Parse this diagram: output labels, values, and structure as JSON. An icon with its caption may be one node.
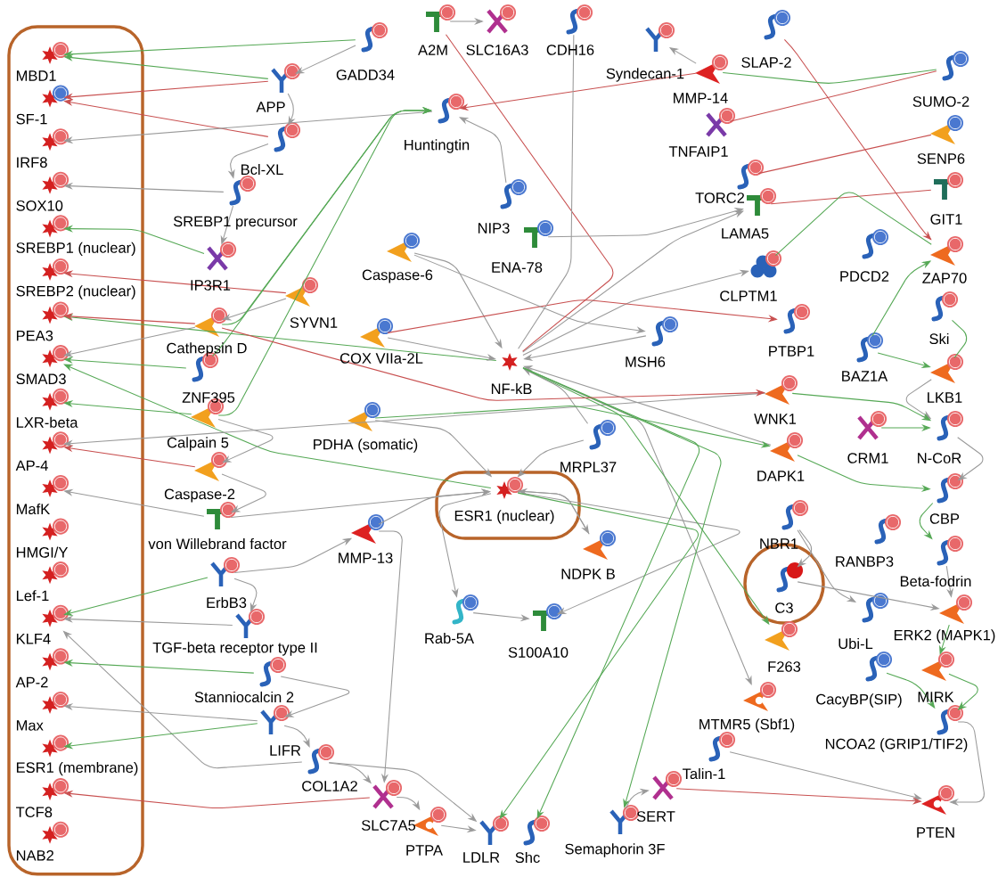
{
  "diagram": {
    "nodes": [
      {
        "text": [],
        "shape": "box"
      },
      {
        "text": [
          "MBD1"
        ],
        "in": 0
      },
      {
        "text": [
          "SF-1"
        ],
        "in": 0
      },
      {
        "text": [
          "IRF8"
        ],
        "in": 0
      },
      {
        "text": [
          "SOX10"
        ],
        "in": 0
      },
      {
        "text": [
          "SREBP1 (nuclear)"
        ],
        "in": 0
      },
      {
        "text": [
          "SREBP2 (nuclear)"
        ],
        "in": 0
      },
      {
        "text": [
          "PEA3"
        ],
        "in": 0
      },
      {
        "text": [
          "SMAD3"
        ],
        "in": 0
      },
      {
        "text": [
          "LXR-beta"
        ],
        "in": 0
      },
      {
        "text": [
          "AP-4"
        ],
        "in": 0
      },
      {
        "text": [
          "MafK"
        ],
        "in": 0
      },
      {
        "text": [
          "HMGI/Y"
        ],
        "in": 0
      },
      {
        "text": [
          "Lef-1"
        ],
        "in": 0
      },
      {
        "text": [
          "KLF4"
        ],
        "in": 0
      },
      {
        "text": [
          "AP-2"
        ],
        "in": 0
      },
      {
        "text": [
          "Max"
        ],
        "in": 0
      },
      {
        "text": [
          "ESR1 (membrane)"
        ],
        "in": 0
      },
      {
        "text": [
          "TCF8"
        ],
        "in": 0
      },
      {
        "text": [
          "NAB2"
        ],
        "in": 0
      },
      {
        "text": [
          "A2M"
        ]
      },
      {
        "text": [
          "SLC16A3"
        ]
      },
      {
        "text": [
          "CDH16"
        ]
      },
      {
        "text": [
          "SLAP-2"
        ]
      },
      {
        "text": [
          "GADD34"
        ]
      },
      {
        "text": [
          "Syndecan-1"
        ]
      },
      {
        "text": [
          "MMP-14"
        ]
      },
      {
        "text": [
          "SUMO-2"
        ]
      },
      {
        "text": [
          "APP"
        ]
      },
      {
        "text": [
          "Huntingtin"
        ]
      },
      {
        "text": [
          "TNFAIP1"
        ]
      },
      {
        "text": [
          "SENP6"
        ]
      },
      {
        "text": [
          "Bcl-XL"
        ]
      },
      {
        "text": [
          "TORC2"
        ]
      },
      {
        "text": [
          "GIT1"
        ]
      },
      {
        "text": [
          "SREBP1 precursor"
        ]
      },
      {
        "text": [
          "NIP3"
        ]
      },
      {
        "text": [
          "LAMA5"
        ]
      },
      {
        "text": [
          "ENA-78"
        ]
      },
      {
        "text": [
          "Caspase-6"
        ]
      },
      {
        "text": [
          "IP3R1"
        ]
      },
      {
        "text": [
          "ZAP70"
        ]
      },
      {
        "text": [
          "PDCD2"
        ]
      },
      {
        "text": [
          "CLPTM1"
        ]
      },
      {
        "text": [
          "SYVN1"
        ]
      },
      {
        "text": [
          "Ski"
        ]
      },
      {
        "text": [
          "Cathepsin D"
        ]
      },
      {
        "text": [
          "PTBP1"
        ]
      },
      {
        "text": [
          "COX VIIa-2L"
        ]
      },
      {
        "text": [
          "MSH6"
        ]
      },
      {
        "text": [
          "BAZ1A"
        ]
      },
      {
        "text": [
          "NF-kB"
        ]
      },
      {
        "text": [
          "ZNF395"
        ]
      },
      {
        "text": [
          "LKB1"
        ]
      },
      {
        "text": [
          "WNK1"
        ]
      },
      {
        "text": [
          "Calpain 5"
        ]
      },
      {
        "text": [
          "PDHA (somatic)"
        ]
      },
      {
        "text": [
          "CRM1"
        ]
      },
      {
        "text": [
          "N-CoR"
        ]
      },
      {
        "text": [
          "MRPL37"
        ]
      },
      {
        "text": [
          "DAPK1"
        ]
      },
      {
        "text": [
          "Caspase-2"
        ]
      },
      {
        "text": [],
        "shape": "box"
      },
      {
        "text": [
          "ESR1 (nuclear)"
        ],
        "in": 62
      },
      {
        "text": [
          "CBP"
        ]
      },
      {
        "text": [
          "von Willebrand factor"
        ]
      },
      {
        "text": [
          "NBR1"
        ]
      },
      {
        "text": [
          "MMP-13"
        ]
      },
      {
        "text": [
          "RANBP3"
        ]
      },
      {
        "text": [
          "NDPK B"
        ]
      },
      {
        "text": [
          "Beta-fodrin"
        ]
      },
      {
        "text": [
          "ErbB3"
        ]
      },
      {
        "text": [],
        "shape": "circle"
      },
      {
        "text": [
          "C3"
        ],
        "in": 72
      },
      {
        "text": [
          "Rab-5A"
        ]
      },
      {
        "text": [
          "Ubi-L"
        ]
      },
      {
        "text": [
          "ERK2 (MAPK1)"
        ]
      },
      {
        "text": [
          "TGF-beta receptor type II"
        ]
      },
      {
        "text": [
          "S100A10"
        ]
      },
      {
        "text": [
          "F263"
        ]
      },
      {
        "text": [
          "Stanniocalcin 2"
        ]
      },
      {
        "text": [
          "CacyBP(SIP)"
        ]
      },
      {
        "text": [
          "MIRK"
        ]
      },
      {
        "text": [
          "MTMR5 (Sbf1)"
        ]
      },
      {
        "text": [
          "NCOA2 (GRIP1/TIF2)"
        ]
      },
      {
        "text": [
          "LIFR"
        ]
      },
      {
        "text": [
          "Talin-1"
        ]
      },
      {
        "text": [
          "COL1A2"
        ]
      },
      {
        "text": [
          "SERT"
        ]
      },
      {
        "text": [
          "SLC7A5"
        ]
      },
      {
        "text": [
          "PTEN"
        ]
      },
      {
        "text": [
          "Semaphorin 3F"
        ]
      },
      {
        "text": [
          "PTPA"
        ]
      },
      {
        "text": [
          "LDLR"
        ]
      },
      {
        "text": [
          "Shc"
        ]
      }
    ],
    "edges": [
      {
        "from": 28,
        "to": 1,
        "arrow": "to",
        "color": "#55a855"
      },
      {
        "from": 24,
        "to": 1,
        "arrow": "to",
        "color": "#55a855"
      },
      {
        "from": 28,
        "to": 2,
        "arrow": "to",
        "color": "#c85050"
      },
      {
        "from": 32,
        "to": 2,
        "arrow": "to",
        "color": "#c85050"
      },
      {
        "from": 29,
        "to": 3,
        "arrow": "to"
      },
      {
        "from": 35,
        "to": 4,
        "arrow": "to"
      },
      {
        "from": 40,
        "to": 5,
        "arrow": "to",
        "color": "#55a855"
      },
      {
        "from": 51,
        "to": 7,
        "arrow": "to",
        "color": "#55a855"
      },
      {
        "from": 46,
        "to": 7,
        "arrow": "to",
        "color": "#c85050"
      },
      {
        "from": 63,
        "to": 8,
        "arrow": "to",
        "color": "#55a855"
      },
      {
        "from": 46,
        "to": 8,
        "arrow": "to"
      },
      {
        "from": 44,
        "to": 6,
        "arrow": "to",
        "color": "#c85050"
      },
      {
        "from": 55,
        "to": 9,
        "arrow": "to",
        "color": "#55a855"
      },
      {
        "from": 54,
        "to": 10,
        "arrow": "to"
      },
      {
        "from": 61,
        "to": 10,
        "arrow": "to",
        "color": "#c85050"
      },
      {
        "from": 65,
        "to": 11,
        "arrow": "to"
      },
      {
        "from": 71,
        "to": 14,
        "arrow": "to",
        "color": "#55a855"
      },
      {
        "from": 80,
        "to": 15,
        "arrow": "to",
        "color": "#55a855"
      },
      {
        "from": 87,
        "to": 14,
        "arrow": "to"
      },
      {
        "from": 77,
        "to": 14,
        "arrow": "to"
      },
      {
        "from": 85,
        "to": 16,
        "arrow": "to"
      },
      {
        "from": 52,
        "to": 8,
        "arrow": "to",
        "color": "#55a855"
      },
      {
        "from": 89,
        "to": 18,
        "arrow": "to",
        "color": "#c85050"
      },
      {
        "from": 85,
        "to": 17,
        "arrow": "to",
        "color": "#55a855"
      },
      {
        "from": 20,
        "to": 21,
        "arrow": "to"
      },
      {
        "from": 24,
        "to": 28,
        "arrow": "to"
      },
      {
        "from": 28,
        "to": 32,
        "arrow": "to"
      },
      {
        "from": 32,
        "to": 35,
        "arrow": "to"
      },
      {
        "from": 35,
        "to": 40,
        "arrow": "to"
      },
      {
        "from": 44,
        "to": 46,
        "arrow": "to"
      },
      {
        "from": 55,
        "to": 61,
        "arrow": "to"
      },
      {
        "from": 61,
        "to": 65,
        "arrow": "to"
      },
      {
        "from": 71,
        "to": 77,
        "arrow": "to"
      },
      {
        "from": 80,
        "to": 85,
        "arrow": "to"
      },
      {
        "from": 85,
        "to": 87,
        "arrow": "to"
      },
      {
        "from": 87,
        "to": 89,
        "arrow": "to"
      },
      {
        "from": 89,
        "to": 92,
        "arrow": "to"
      },
      {
        "from": 46,
        "to": 29,
        "arrow": "to",
        "color": "#55a855"
      },
      {
        "from": 52,
        "to": 29,
        "arrow": "to",
        "color": "#55a855"
      },
      {
        "from": 55,
        "to": 29,
        "arrow": "to",
        "color": "#55a855"
      },
      {
        "from": 26,
        "to": 29,
        "arrow": "to",
        "color": "#c85050"
      },
      {
        "from": 49,
        "to": 51,
        "arrow": "to"
      },
      {
        "from": 59,
        "to": 51,
        "arrow": "to"
      },
      {
        "from": 39,
        "to": 51,
        "arrow": "to"
      },
      {
        "from": 48,
        "to": 51,
        "arrow": "to"
      },
      {
        "from": 60,
        "to": 51,
        "arrow": "to"
      },
      {
        "from": 56,
        "to": 63,
        "arrow": "to"
      },
      {
        "from": 67,
        "to": 63,
        "arrow": "to"
      },
      {
        "from": 59,
        "to": 63,
        "arrow": "to"
      },
      {
        "from": 69,
        "to": 63,
        "arrow": "to"
      },
      {
        "from": 63,
        "to": 74,
        "arrow": "to"
      },
      {
        "from": 63,
        "to": 78,
        "arrow": "to"
      },
      {
        "from": 74,
        "to": 78,
        "arrow": "to"
      },
      {
        "from": 23,
        "to": 41,
        "arrow": "to",
        "color": "#c85050"
      },
      {
        "from": 45,
        "to": 53,
        "arrow": "none",
        "color": "#55a855"
      },
      {
        "from": 53,
        "to": 58,
        "arrow": "to"
      },
      {
        "from": 58,
        "to": 64,
        "arrow": "to"
      },
      {
        "from": 64,
        "to": 70,
        "arrow": "to",
        "color": "#55a855"
      },
      {
        "from": 70,
        "to": 76,
        "arrow": "to"
      },
      {
        "from": 76,
        "to": 82,
        "arrow": "to",
        "color": "#55a855"
      },
      {
        "from": 82,
        "to": 84,
        "arrow": "to",
        "color": "#55a855"
      },
      {
        "from": 84,
        "to": 90,
        "arrow": "to"
      },
      {
        "from": 57,
        "to": 58,
        "arrow": "to",
        "color": "#55a855"
      },
      {
        "from": 66,
        "to": 75,
        "arrow": "to"
      },
      {
        "from": 73,
        "to": 76,
        "arrow": "to"
      },
      {
        "from": 81,
        "to": 84,
        "arrow": "to",
        "color": "#55a855"
      },
      {
        "from": 60,
        "to": 64,
        "arrow": "to",
        "color": "#55a855"
      },
      {
        "from": 54,
        "to": 58,
        "arrow": "to",
        "color": "#55a855"
      },
      {
        "from": 50,
        "to": 53,
        "arrow": "to",
        "color": "#55a855"
      },
      {
        "from": 86,
        "to": 90,
        "arrow": "to"
      },
      {
        "from": 88,
        "to": 90,
        "arrow": "to",
        "color": "#c85050"
      },
      {
        "from": 66,
        "to": 73,
        "arrow": "to"
      },
      {
        "from": 51,
        "to": 83,
        "arrow": "to"
      },
      {
        "from": 51,
        "to": 79,
        "arrow": "to",
        "color": "#55a855"
      },
      {
        "from": 51,
        "to": 91,
        "arrow": "to",
        "color": "#55a855"
      },
      {
        "from": 63,
        "to": 93,
        "arrow": "to",
        "color": "#55a855"
      },
      {
        "from": 51,
        "to": 94,
        "arrow": "to",
        "color": "#55a855"
      },
      {
        "from": 67,
        "to": 89,
        "arrow": "to"
      },
      {
        "from": 87,
        "to": 93,
        "arrow": "to"
      },
      {
        "from": 51,
        "to": 43,
        "arrow": "to"
      },
      {
        "from": 51,
        "to": 37,
        "arrow": "to"
      },
      {
        "from": 48,
        "to": 47,
        "arrow": "to",
        "color": "#c85050"
      },
      {
        "from": 46,
        "to": 54,
        "arrow": "to",
        "color": "#c85050"
      },
      {
        "from": 39,
        "to": 49,
        "arrow": "to"
      },
      {
        "from": 56,
        "to": 60,
        "arrow": "to",
        "color": "#55a855"
      },
      {
        "from": 26,
        "to": 25,
        "arrow": "to"
      },
      {
        "from": 51,
        "to": 20,
        "arrow": "none",
        "color": "#c85050"
      },
      {
        "from": 51,
        "to": 22,
        "arrow": "none"
      },
      {
        "from": 27,
        "to": 26,
        "arrow": "none",
        "color": "#55a855"
      },
      {
        "from": 27,
        "to": 30,
        "arrow": "none",
        "color": "#c85050"
      },
      {
        "from": 31,
        "to": 33,
        "arrow": "none",
        "color": "#c85050"
      },
      {
        "from": 34,
        "to": 37,
        "arrow": "none",
        "color": "#c85050"
      },
      {
        "from": 41,
        "to": 43,
        "arrow": "none",
        "color": "#55a855"
      },
      {
        "from": 50,
        "to": 41,
        "arrow": "to",
        "color": "#55a855"
      },
      {
        "from": 65,
        "to": 63,
        "arrow": "to"
      },
      {
        "from": 71,
        "to": 67,
        "arrow": "to"
      },
      {
        "from": 63,
        "to": 69,
        "arrow": "to"
      },
      {
        "from": 91,
        "to": 88,
        "arrow": "to"
      },
      {
        "from": 92,
        "to": 93,
        "arrow": "to"
      },
      {
        "from": 36,
        "to": 29,
        "arrow": "to"
      },
      {
        "from": 38,
        "to": 37,
        "arrow": "to"
      }
    ]
  }
}
